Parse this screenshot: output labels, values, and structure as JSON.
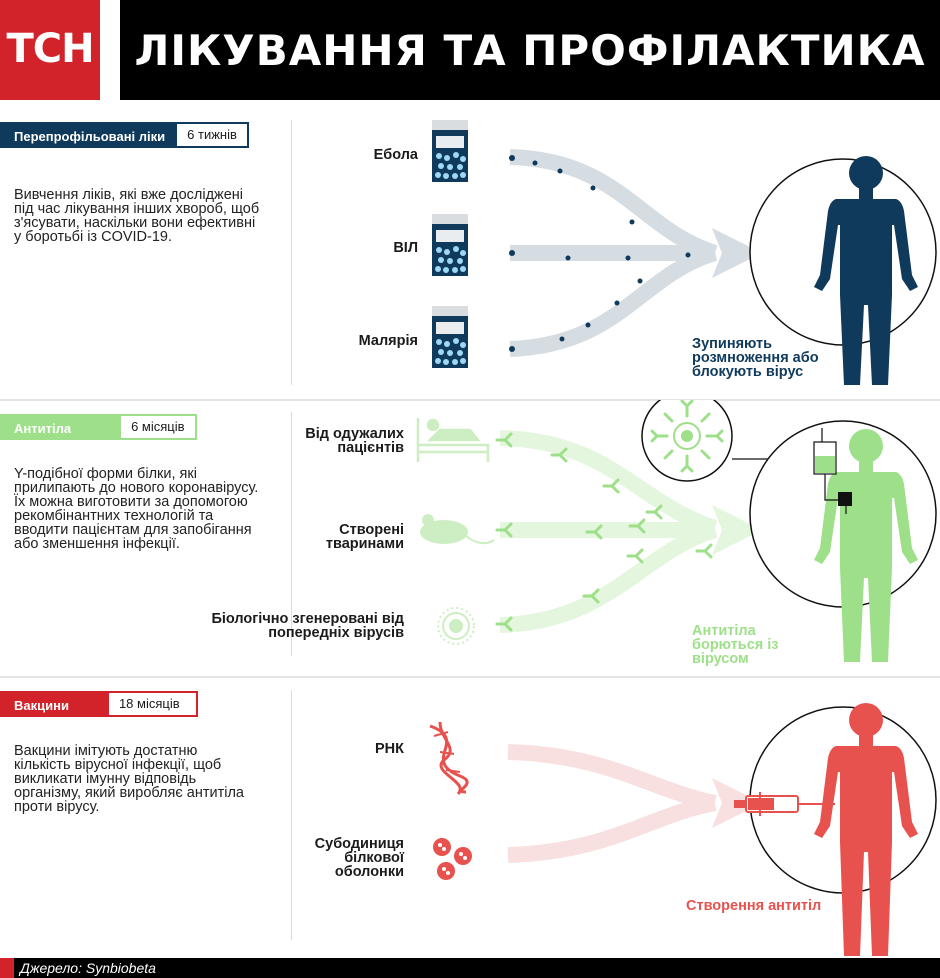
{
  "header": {
    "logo": "ТСН",
    "title": "ЛІКУВАННЯ ТА ПРОФІЛАКТИКА"
  },
  "colors": {
    "red": "#d3232a",
    "navy": "#0f3a5c",
    "green": "#9ee08a",
    "text": "#1b1b1b"
  },
  "sections": {
    "drugs": {
      "tag": "Перепрофільовані ліки",
      "duration": "6 тижнів",
      "description": "Вивчення ліків, які вже досліджені під час лікування інших хвороб, щоб з'ясувати, наскільки вони ефективні у боротьбі із COVID-19.",
      "sources": [
        "Ебола",
        "ВІЛ",
        "Малярія"
      ],
      "result": "Зупиняють розмноження або блокують вірус"
    },
    "antibodies": {
      "tag": "Антитіла",
      "duration": "6 місяців",
      "description": "Y-подібної форми білки, які прилипають до нового коронавірусу. Їх можна виготовити за допомогою рекомбінантних технологій та вводити пацієнтам для запобігання або зменшення інфекції.",
      "sources": [
        "Від одужалих пацієнтів",
        "Створені тваринами",
        "Біологічно згенеровані від попередніх вірусів"
      ],
      "result": "Антитіла борються із вірусом"
    },
    "vaccines": {
      "tag": "Вакцини",
      "duration": "18 місяців",
      "description": "Вакцини імітують достатню кількість вірусної інфекції, щоб викликати імунну відповідь організму, який виробляє антитіла проти вірусу.",
      "sources": [
        "РНК",
        "Субодиниця білкової оболонки"
      ],
      "result": "Створення антитіл"
    }
  },
  "icons": [
    "pill-bottle-icon",
    "hospital-bed-icon",
    "mouse-icon",
    "virus-icon",
    "antibody-icon",
    "human-body-icon",
    "iv-bag-icon",
    "rna-helix-icon",
    "protein-subunit-icon",
    "syringe-icon"
  ],
  "footer": {
    "source_label": "Джерело:",
    "source": "Synbiobeta"
  }
}
